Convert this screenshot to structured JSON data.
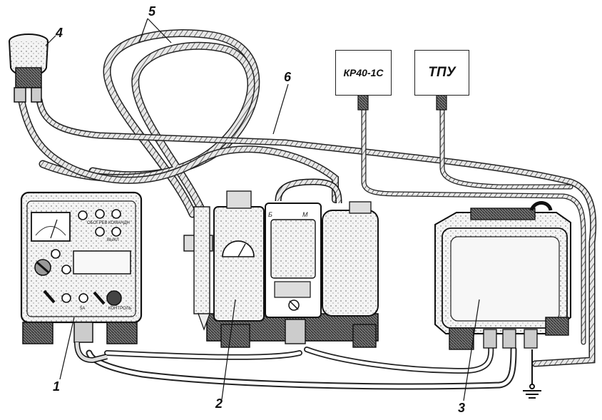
{
  "boxes": {
    "kr": "КР40-1С",
    "tpu": "ТПУ"
  },
  "callouts": [
    "1",
    "2",
    "3",
    "4",
    "5",
    "6"
  ],
  "panel_text": {
    "obogrev": "ОБОГРЕВ",
    "komandn": "КОМАНДН",
    "vykl": "ВЫКЛ",
    "kontrol": "КОНТРОЛЬ",
    "sa": "5А",
    "meter_scale_b": "Б",
    "meter_scale_m": "М"
  },
  "colors": {
    "ink": "#1a1a1a",
    "paper": "#ffffff",
    "shade": "#bdbdbd"
  }
}
